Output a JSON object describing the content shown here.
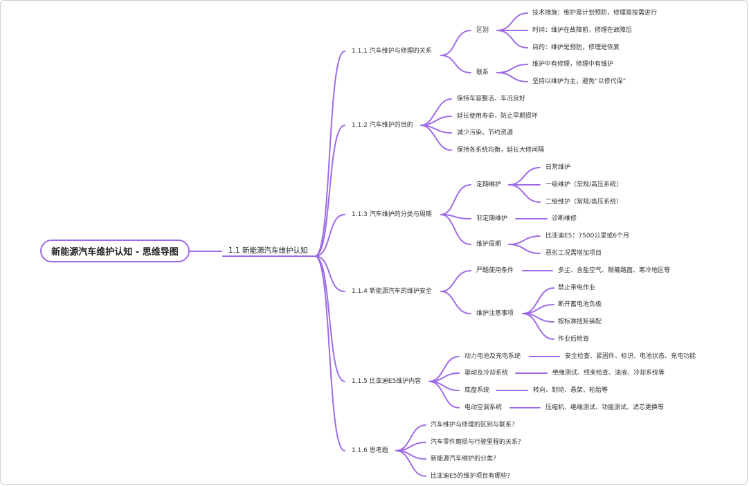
{
  "root": {
    "label": "新能源汽车维护认知 - 思维导图"
  },
  "level1": {
    "label": "1.1 新能源汽车维护认知"
  },
  "sections": {
    "s1": {
      "label": "1.1.1 汽车维护与修理的关系",
      "difference": {
        "label": "区别",
        "items": [
          "技术措施：维护是计划预防，修理是按需进行",
          "时间：维护在故障前，修理在故障后",
          "目的：维护是预防，修理是恢复"
        ]
      },
      "relation": {
        "label": "联系",
        "items": [
          "维护中有修理，修理中有维护",
          "坚持以维护为主，避免“以修代保”"
        ]
      }
    },
    "s2": {
      "label": "1.1.2 汽车维护的目的",
      "items": [
        "保持车容整洁、车况良好",
        "延长使用寿命，防止早期损坏",
        "减少污染，节约资源",
        "保持各系统均衡，延长大修间隔"
      ]
    },
    "s3": {
      "label": "1.1.3 汽车维护的分类与周期",
      "regular": {
        "label": "定期维护",
        "items": [
          "日常维护",
          "一级维护（常规/高压系统）",
          "二级维护（常规/高压系统）"
        ]
      },
      "irregular": {
        "label": "非定期维护",
        "items": [
          "诊断维修"
        ]
      },
      "cycle": {
        "label": "维护周期",
        "items": [
          "比亚迪E5：7500公里或6个月",
          "恶劣工况需增加项目"
        ]
      }
    },
    "s4": {
      "label": "1.1.4 新能源汽车的维护安全",
      "harsh": {
        "label": "严酷使用条件",
        "items": [
          "多尘、含盐空气、颠簸路面、寒冷地区等"
        ]
      },
      "notes": {
        "label": "维护注意事项",
        "items": [
          "禁止带电作业",
          "断开蓄电池负极",
          "按标准扭矩装配",
          "作业后检查"
        ]
      }
    },
    "s5": {
      "label": "1.1.5 比亚迪E5维护内容",
      "rows": [
        {
          "label": "动力电池及充电系统",
          "detail": "安全检查、紧固件、标识、电池状态、充电功能"
        },
        {
          "label": "驱动及冷却系统",
          "detail": "绝缘测试、线束检查、油液、冷却系统等"
        },
        {
          "label": "底盘系统",
          "detail": "转向、制动、悬架、轮胎等"
        },
        {
          "label": "电动空调系统",
          "detail": "压缩机、绝缘测试、功能测试、滤芯更换等"
        }
      ]
    },
    "s6": {
      "label": "1.1.6 思考题",
      "items": [
        "汽车维护与修理的区别与联系？",
        "汽车零件磨损与行驶里程的关系？",
        "新能源汽车维护的分类？",
        "比亚迪E5的维护项目有哪些？"
      ]
    }
  },
  "colors": {
    "edge": "#9f6ae6",
    "text": "#333333",
    "border": "#cfcfcf"
  }
}
